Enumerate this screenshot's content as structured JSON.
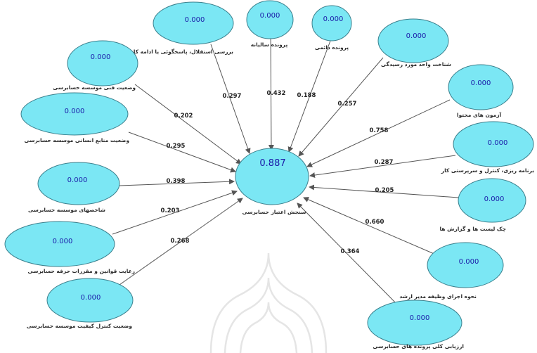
{
  "center": {
    "value": "0.887",
    "label": "سنجش اعتبار حسابرسی"
  },
  "nodes": [
    {
      "id": "n1",
      "value": "0.000",
      "label": "بررسی استقلال، پاسخگوئی یا ادامه کار",
      "weight": "0.297"
    },
    {
      "id": "n2",
      "value": "0.000",
      "label": "پرونده سالیانه",
      "weight": "0.432"
    },
    {
      "id": "n3",
      "value": "0.000",
      "label": "پرونده دائمی",
      "weight": "0.188"
    },
    {
      "id": "n4",
      "value": "0.000",
      "label": "شناخت واحد مورد رسیدگی",
      "weight": "0.257"
    },
    {
      "id": "n5",
      "value": "0.000",
      "label": "وضعیت فنی موسسه حسابرسی",
      "weight": "0.202"
    },
    {
      "id": "n6",
      "value": "0.000",
      "label": "آزمون های محتوا",
      "weight": "0.758"
    },
    {
      "id": "n7",
      "value": "0.000",
      "label": "وضعیت منابع انسانی موسسه حسابرسی",
      "weight": "0.295"
    },
    {
      "id": "n8",
      "value": "0.000",
      "label": "برنامه ریزی، کنترل و سرپرستی کار",
      "weight": "0.287"
    },
    {
      "id": "n9",
      "value": "0.000",
      "label": "شاخصهای موسسه حسابرسی",
      "weight": "0.398"
    },
    {
      "id": "n10",
      "value": "0.000",
      "label": "چک لیست ها و گزارش ها",
      "weight": "0.205"
    },
    {
      "id": "n11",
      "value": "0.000",
      "label": "رعایت قوانین و مقررات حرفه حسابرسی",
      "weight": "0.203"
    },
    {
      "id": "n12",
      "value": "0.000",
      "label": "نحوه اجرای وظیفه مدیر ارشد",
      "weight": "0.660"
    },
    {
      "id": "n13",
      "value": "0.000",
      "label": "وضعیت کنترل کیفیت موسسه حسابرسی",
      "weight": "0.268"
    },
    {
      "id": "n14",
      "value": "0.000",
      "label": "ارزیابی کلی پرونده های حسابرسی",
      "weight": "0.364"
    }
  ]
}
